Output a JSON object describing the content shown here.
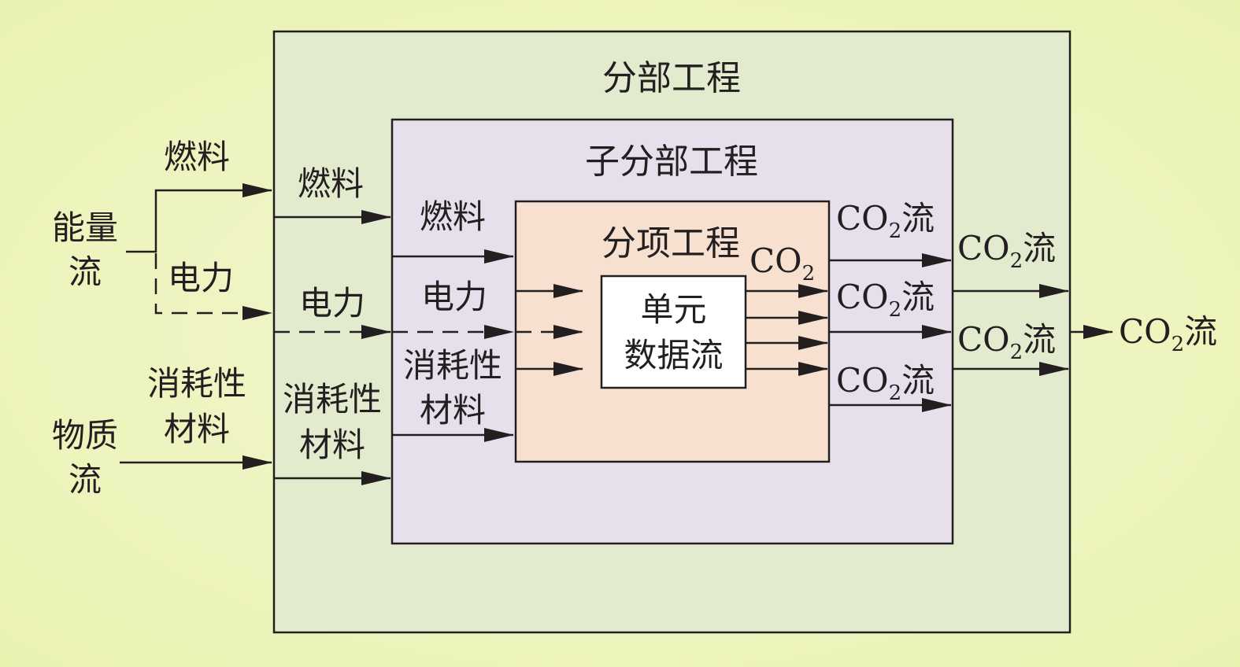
{
  "diagram": {
    "outer_title": "分部工程",
    "sub_title": "子分部工程",
    "item_title": "分项工程",
    "unit_line1": "单元",
    "unit_line2": "数据流",
    "left": {
      "energy_line1": "能量",
      "energy_line2": "流",
      "material_line1": "物质",
      "material_line2": "流",
      "fuel": "燃料",
      "power": "电力",
      "consumable_line1": "消耗性",
      "consumable_line2": "材料"
    },
    "outer_inputs": {
      "fuel": "燃料",
      "power": "电力",
      "consumable_line1": "消耗性",
      "consumable_line2": "材料"
    },
    "sub_inputs": {
      "fuel": "燃料",
      "power": "电力",
      "consumable_line1": "消耗性",
      "consumable_line2": "材料"
    },
    "co2_main": "CO",
    "co2_sub": "2",
    "flow_suffix": "流"
  },
  "colors": {
    "outer_box": "#e3ebcf",
    "sub_box": "#e7e0ec",
    "item_box": "#f7e0cf",
    "unit_box": "#ffffff",
    "stroke": "#231f20"
  }
}
